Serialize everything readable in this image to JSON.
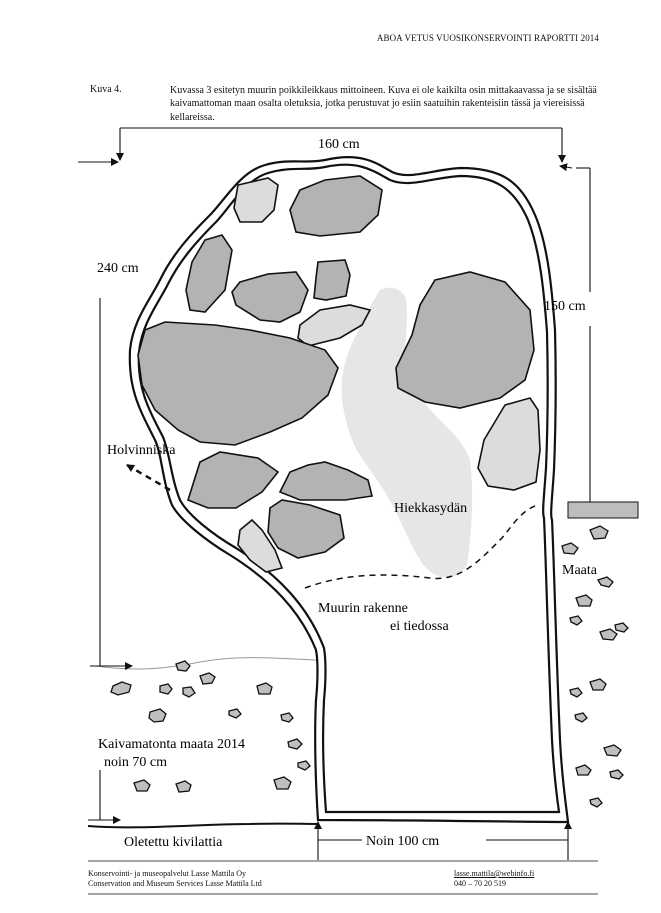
{
  "header": {
    "title": "ABOA VETUS VUOSIKONSERVOINTI RAPORTTI 2014"
  },
  "figure": {
    "label": "Kuva 4.",
    "caption": "Kuvassa 3 esitetyn muurin poikkileikkaus mittoineen. Kuva ei ole kaikilta osin mittakaavassa ja se sisältää kaivamattoman maan osalta oletuksia, jotka perustuvat jo esiin saatuihin rakenteisiin tässä ja viereisissä kellareissa.",
    "labels": {
      "width_top": "160 cm",
      "height_left": "240 cm",
      "height_right": "150 cm",
      "vault_shoulder": "Holvinniska",
      "sand_core": "Hiekkasydän",
      "ground": "Maata",
      "structure_unknown_1": "Muurin rakenne",
      "structure_unknown_2": "ei tiedossa",
      "unexcavated_1": "Kaivamatonta maata 2014",
      "unexcavated_2": "noin 70 cm",
      "assumed_floor": "Oletettu kivilattia",
      "width_bottom": "Noin 100 cm"
    }
  },
  "footer": {
    "company_fi": "Konservointi- ja museopalvelut Lasse Mattila Oy",
    "company_en": "Conservation and Museum Services Lasse Mattila Ltd",
    "email": "lasse.mattila@webinfo.fi",
    "phone": "040 – 70 20 519"
  },
  "colors": {
    "stone_dark": "#b3b3b3",
    "stone_light": "#dcdcdc",
    "sand": "#e6e6e6",
    "ink": "#111111"
  }
}
